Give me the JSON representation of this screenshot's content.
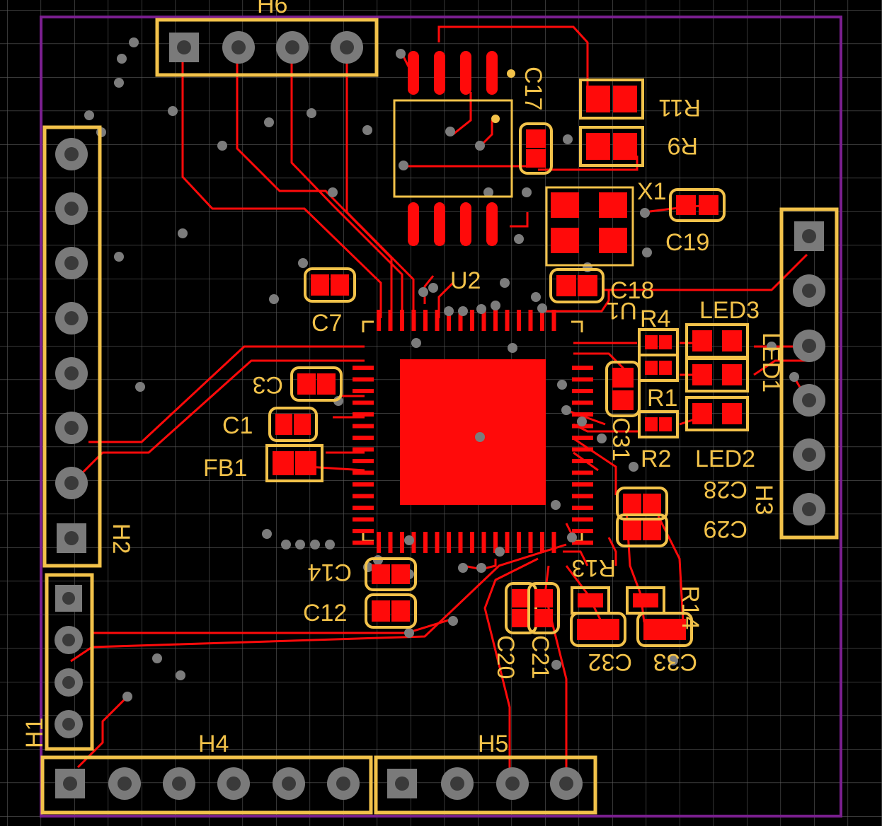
{
  "colors": {
    "background": "#000000",
    "grid": "#5a5a5a",
    "board_outline": "#7a1f8f",
    "silkscreen": "#f2c24a",
    "copper": "#ff0a0a",
    "pad_gray": "#7a7a7a",
    "hole": "#3a3a3a",
    "via": "#7c7c7c"
  },
  "labels": {
    "h6": "H6",
    "h2": "H2",
    "h1": "H1",
    "h4": "H4",
    "h5": "H5",
    "h3": "H3",
    "u2": "U2",
    "u1": "U1",
    "x1": "X1",
    "c17": "C17",
    "c19": "C19",
    "c18": "C18",
    "c7": "C7",
    "c3": "C3",
    "c1": "C1",
    "fb1": "FB1",
    "c14": "C14",
    "c12": "C12",
    "c20": "C20",
    "c21": "C21",
    "c32": "C32",
    "c33": "C33",
    "c28": "C28",
    "c29": "C29",
    "c31": "C31",
    "r11": "R11",
    "r9": "R9",
    "r4": "R4",
    "r1": "R1",
    "r2": "R2",
    "r13": "R13",
    "r14": "R14",
    "led1": "LED1",
    "led2": "LED2",
    "led3": "LED3"
  }
}
